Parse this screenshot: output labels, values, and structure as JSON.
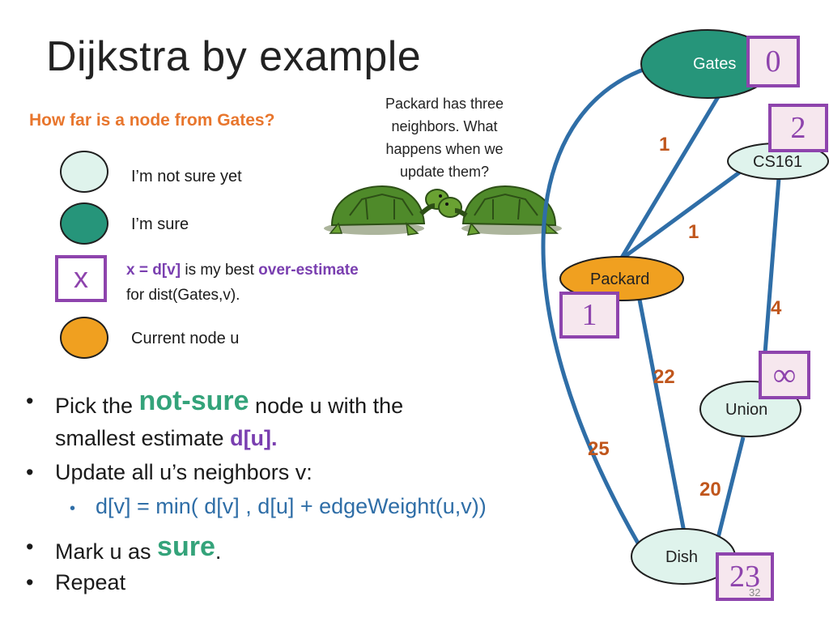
{
  "title": "Dijkstra by example",
  "question": "How far is a node from Gates?",
  "legend": {
    "not_sure": "I’m not sure yet",
    "sure": "I’m sure",
    "x_symbol": "x",
    "x_def_part1": "x = d[v]",
    "x_def_part2": " is my best ",
    "x_def_part3": "over-estimate",
    "x_def_line2": "for dist(Gates,v).",
    "current": "Current node u"
  },
  "note": "Packard has three neighbors. What happens when we update them?",
  "bullets": {
    "b1_pre": "Pick the ",
    "b1_big": "not-sure",
    "b1_post": " node u with the",
    "b1_line2_pre": "smallest estimate ",
    "b1_line2_em": "d[u].",
    "b2": " Update all u’s neighbors v:",
    "b2_sub": "d[v] = min( d[v] , d[u] + edgeWeight(u,v))",
    "b3_pre": "Mark u as ",
    "b3_big": "sure",
    "b3_post": ".",
    "b4": "Repeat",
    "bullet_char": "•"
  },
  "graph": {
    "nodes": {
      "gates": {
        "label": "Gates",
        "dist": "0",
        "state": "sure"
      },
      "cs161": {
        "label": "CS161",
        "dist": "2",
        "state": "not-sure"
      },
      "packard": {
        "label": "Packard",
        "dist": "1",
        "state": "current"
      },
      "union": {
        "label": "Union",
        "dist": "∞",
        "state": "not-sure"
      },
      "dish": {
        "label": "Dish",
        "dist": "23",
        "state": "not-sure"
      }
    },
    "edges": [
      {
        "from": "Gates",
        "to": "Packard",
        "weight": "1"
      },
      {
        "from": "Packard",
        "to": "CS161",
        "weight": "1"
      },
      {
        "from": "CS161",
        "to": "Union",
        "weight": "4"
      },
      {
        "from": "Packard",
        "to": "Dish",
        "weight": "22"
      },
      {
        "from": "Gates",
        "to": "Dish",
        "weight": "25"
      },
      {
        "from": "Union",
        "to": "Dish",
        "weight": "20"
      }
    ]
  },
  "page_number": "32",
  "colors": {
    "sure": "#26957a",
    "not_sure": "#dff3ec",
    "current": "#f0a020",
    "edge": "#2f6ea7",
    "dist_box": "#8e44ad",
    "weight": "#c0561c",
    "question": "#e8762d"
  }
}
